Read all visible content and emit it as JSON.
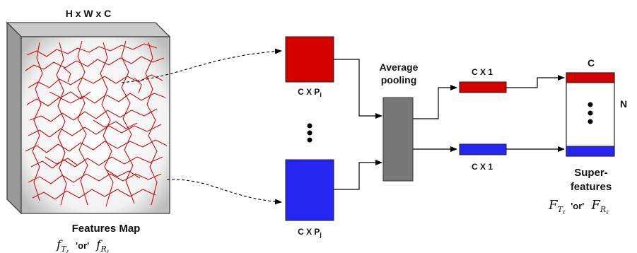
{
  "feature_map": {
    "dims_label": "H x W x C",
    "caption": "Features Map",
    "formula": {
      "left": "f",
      "left_sub": "T",
      "left_subsub": "ℓ",
      "mid": "'or'",
      "right": "f",
      "right_sub": "R",
      "right_subsub": "ℓ"
    }
  },
  "pooled_boxes": [
    {
      "label": "C X P",
      "sub": "i",
      "color": "#d40000"
    },
    {
      "label": "C X P",
      "sub": "j",
      "color": "#2626f2"
    }
  ],
  "pooling": {
    "line1": "Average",
    "line2": "pooling",
    "color": "#777777"
  },
  "vectors": [
    {
      "label": "C X 1",
      "color": "#d40000"
    },
    {
      "label": "C X 1",
      "color": "#2626f2"
    }
  ],
  "output": {
    "c_label": "C",
    "n_label": "N",
    "caption_line1": "Super-",
    "caption_line2": "features",
    "formula": {
      "left": "F",
      "left_sub": "T",
      "left_subsub": "ℓ",
      "mid": "'or'",
      "right": "F",
      "right_sub": "R",
      "right_subsub": "ℓ"
    }
  }
}
